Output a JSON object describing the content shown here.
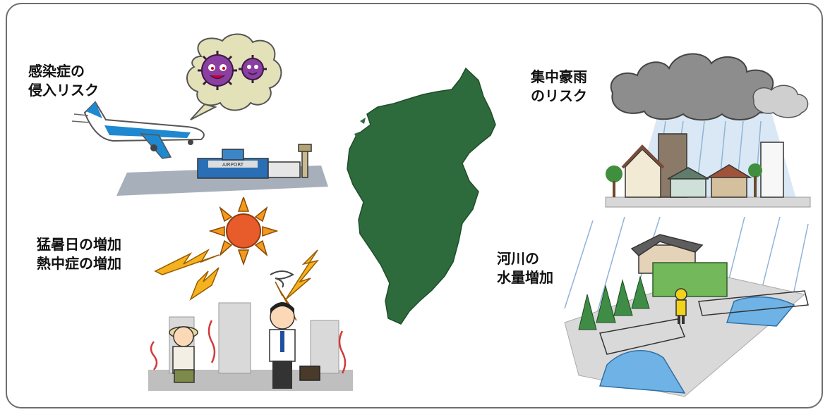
{
  "captions": {
    "infection": {
      "line1": "感染症の",
      "line2": "侵入リスク"
    },
    "heavy_rain": {
      "line1": "集中豪雨",
      "line2": "のリスク"
    },
    "heat": {
      "line1": "猛暑日の増加",
      "line2": "熱中症の増加"
    },
    "river": {
      "line1": "河川の",
      "line2": "水量増加"
    }
  },
  "airport_sign": "AIRPORT",
  "colors": {
    "map_green": "#2e6b3c",
    "frame_gray": "#6e6e6e",
    "sun_orange": "#f39a1e",
    "rain_blue": "#8fb4d8",
    "virus_purple": "#8b3fa0"
  }
}
